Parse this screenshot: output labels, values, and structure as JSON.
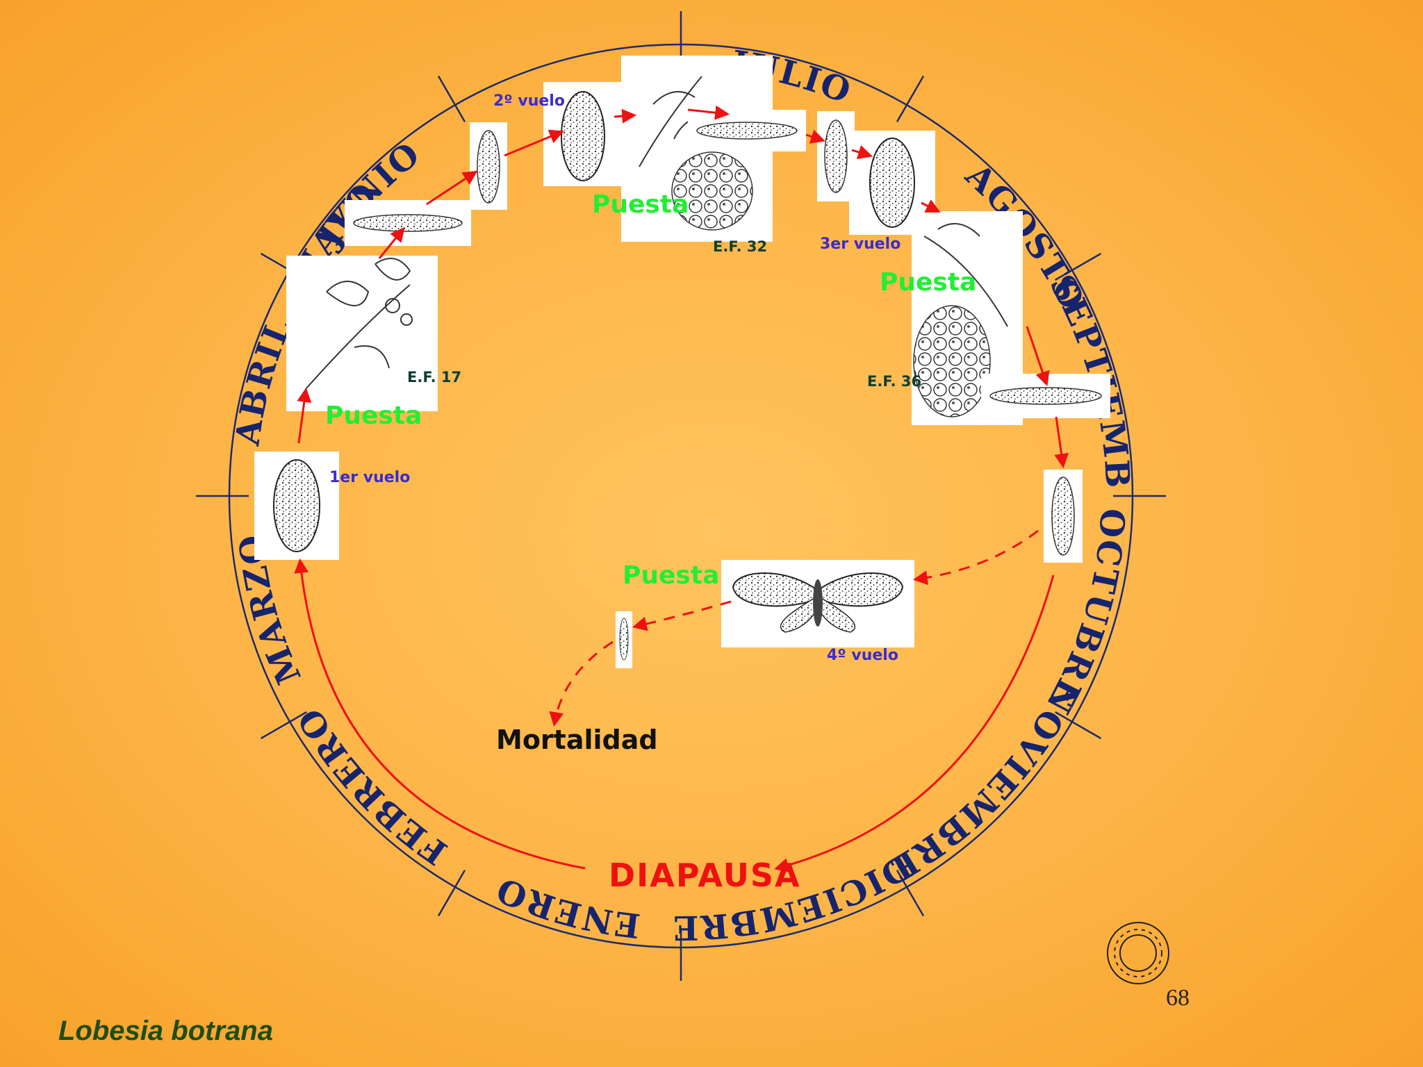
{
  "months": [
    {
      "id": "junio",
      "label": "JUNIO"
    },
    {
      "id": "julio",
      "label": "JULIO"
    },
    {
      "id": "agosto",
      "label": "AGOSTO"
    },
    {
      "id": "septiembre",
      "label": "SEPTIEMBRE"
    },
    {
      "id": "octubre",
      "label": "OCTUBRE"
    },
    {
      "id": "noviembre",
      "label": "NOVIEMBRE"
    },
    {
      "id": "diciembre",
      "label": "DICIEMBRE"
    },
    {
      "id": "enero",
      "label": "ENERO"
    },
    {
      "id": "febrero",
      "label": "FEBRERO"
    },
    {
      "id": "marzo",
      "label": "MARZO"
    },
    {
      "id": "abril",
      "label": "ABRIL"
    },
    {
      "id": "mayo",
      "label": "MAYO"
    }
  ],
  "labels": {
    "puesta": "Puesta",
    "vuelo_1": "1er vuelo",
    "vuelo_2": "2º vuelo",
    "vuelo_3": "3er vuelo",
    "vuelo_4": "4º vuelo",
    "ef_17": "E.F. 17",
    "ef_32": "E.F. 32",
    "ef_36": "E.F. 36",
    "diapausa": "DIAPAUSA",
    "mortalidad": "Mortalidad"
  },
  "footer": {
    "species": "Lobesia botrana",
    "page_number": "68"
  },
  "colors": {
    "month_text": "#16246e",
    "puesta": "#22ee33",
    "vuelo": "#3b2bd0",
    "diapausa": "#ee1111",
    "arrow": "#ee1111"
  }
}
